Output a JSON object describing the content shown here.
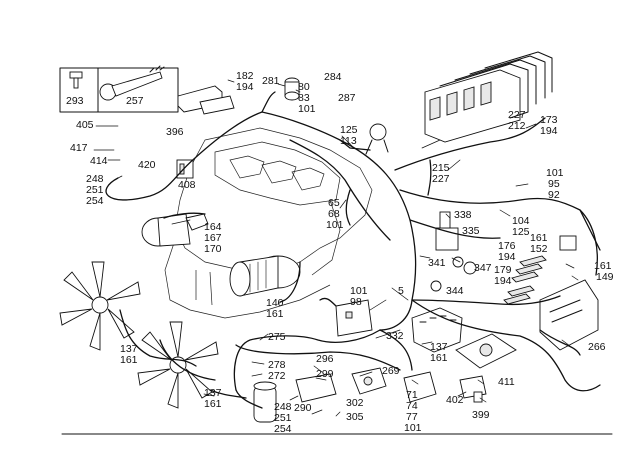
{
  "labels": [
    {
      "id": "l293",
      "text": "293"
    },
    {
      "id": "l257",
      "text": "257"
    },
    {
      "id": "l182",
      "text": "182"
    },
    {
      "id": "l194a",
      "text": "194"
    },
    {
      "id": "l281",
      "text": "281"
    },
    {
      "id": "l80",
      "text": "80"
    },
    {
      "id": "l83",
      "text": "83"
    },
    {
      "id": "l101a",
      "text": "101"
    },
    {
      "id": "l284",
      "text": "284"
    },
    {
      "id": "l287",
      "text": "287"
    },
    {
      "id": "l405",
      "text": "405"
    },
    {
      "id": "l396",
      "text": "396"
    },
    {
      "id": "l417",
      "text": "417"
    },
    {
      "id": "l414",
      "text": "414"
    },
    {
      "id": "l420",
      "text": "420"
    },
    {
      "id": "l248a",
      "text": "248"
    },
    {
      "id": "l251a",
      "text": "251"
    },
    {
      "id": "l254a",
      "text": "254"
    },
    {
      "id": "l408",
      "text": "408"
    },
    {
      "id": "l125a",
      "text": "125"
    },
    {
      "id": "l113",
      "text": "113"
    },
    {
      "id": "l227a",
      "text": "227"
    },
    {
      "id": "l212",
      "text": "212"
    },
    {
      "id": "l173",
      "text": "173"
    },
    {
      "id": "l194b",
      "text": "194"
    },
    {
      "id": "l215",
      "text": "215"
    },
    {
      "id": "l227b",
      "text": "227"
    },
    {
      "id": "l101b",
      "text": "101"
    },
    {
      "id": "l95",
      "text": "95"
    },
    {
      "id": "l92",
      "text": "92"
    },
    {
      "id": "l65",
      "text": "65"
    },
    {
      "id": "l68",
      "text": "68"
    },
    {
      "id": "l101c",
      "text": "101"
    },
    {
      "id": "l338",
      "text": "338"
    },
    {
      "id": "l104",
      "text": "104"
    },
    {
      "id": "l125b",
      "text": "125"
    },
    {
      "id": "l164",
      "text": "164"
    },
    {
      "id": "l167",
      "text": "167"
    },
    {
      "id": "l170",
      "text": "170"
    },
    {
      "id": "l335",
      "text": "335"
    },
    {
      "id": "l161a",
      "text": "161"
    },
    {
      "id": "l152",
      "text": "152"
    },
    {
      "id": "l176",
      "text": "176"
    },
    {
      "id": "l194c",
      "text": "194"
    },
    {
      "id": "l341",
      "text": "341"
    },
    {
      "id": "l347",
      "text": "347"
    },
    {
      "id": "l179",
      "text": "179"
    },
    {
      "id": "l194d",
      "text": "194"
    },
    {
      "id": "l161b",
      "text": "161"
    },
    {
      "id": "l149",
      "text": "149"
    },
    {
      "id": "l344",
      "text": "344"
    },
    {
      "id": "l5",
      "text": "5"
    },
    {
      "id": "l101d",
      "text": "101"
    },
    {
      "id": "l98",
      "text": "98"
    },
    {
      "id": "l140",
      "text": "140"
    },
    {
      "id": "l161c",
      "text": "161"
    },
    {
      "id": "l275",
      "text": "275"
    },
    {
      "id": "l332",
      "text": "332"
    },
    {
      "id": "l137a",
      "text": "137"
    },
    {
      "id": "l161d",
      "text": "161"
    },
    {
      "id": "l137b",
      "text": "137"
    },
    {
      "id": "l161e",
      "text": "161"
    },
    {
      "id": "l266",
      "text": "266"
    },
    {
      "id": "l278",
      "text": "278"
    },
    {
      "id": "l272",
      "text": "272"
    },
    {
      "id": "l296",
      "text": "296"
    },
    {
      "id": "l299",
      "text": "299"
    },
    {
      "id": "l269",
      "text": "269"
    },
    {
      "id": "l137c",
      "text": "137"
    },
    {
      "id": "l161f",
      "text": "161"
    },
    {
      "id": "l411",
      "text": "411"
    },
    {
      "id": "l248b",
      "text": "248"
    },
    {
      "id": "l251b",
      "text": "251"
    },
    {
      "id": "l254b",
      "text": "254"
    },
    {
      "id": "l290",
      "text": "290"
    },
    {
      "id": "l302",
      "text": "302"
    },
    {
      "id": "l305",
      "text": "305"
    },
    {
      "id": "l71",
      "text": "71"
    },
    {
      "id": "l74",
      "text": "74"
    },
    {
      "id": "l77",
      "text": "77"
    },
    {
      "id": "l101e",
      "text": "101"
    },
    {
      "id": "l402",
      "text": "402"
    },
    {
      "id": "l399",
      "text": "399"
    }
  ]
}
